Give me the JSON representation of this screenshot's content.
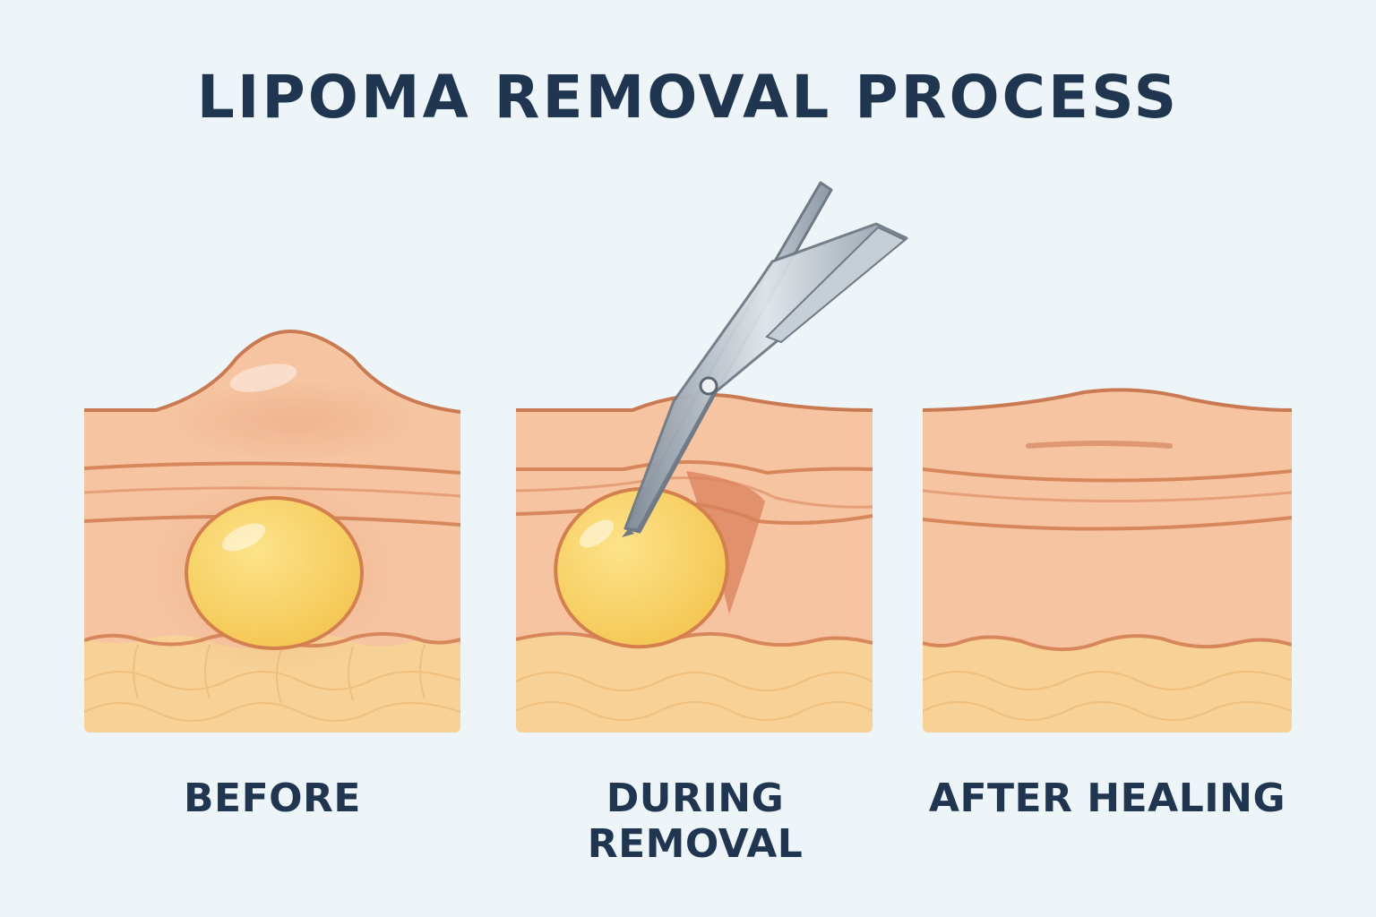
{
  "title": "LIPOMA REMOVAL PROCESS",
  "stages": [
    {
      "label": "BEFORE"
    },
    {
      "label": "DURING REMOVAL"
    },
    {
      "label": "AFTER HEALING"
    }
  ],
  "colors": {
    "background": "#eef5f8",
    "heading": "#1f3550",
    "skin": "#f6c4a0",
    "skin_outline": "#c97a52",
    "fat_layer": "#f7d196",
    "lipoma": "#f8d36a",
    "instrument": "#a9b4c0"
  },
  "icons": [
    "surgical-scissors-icon"
  ]
}
